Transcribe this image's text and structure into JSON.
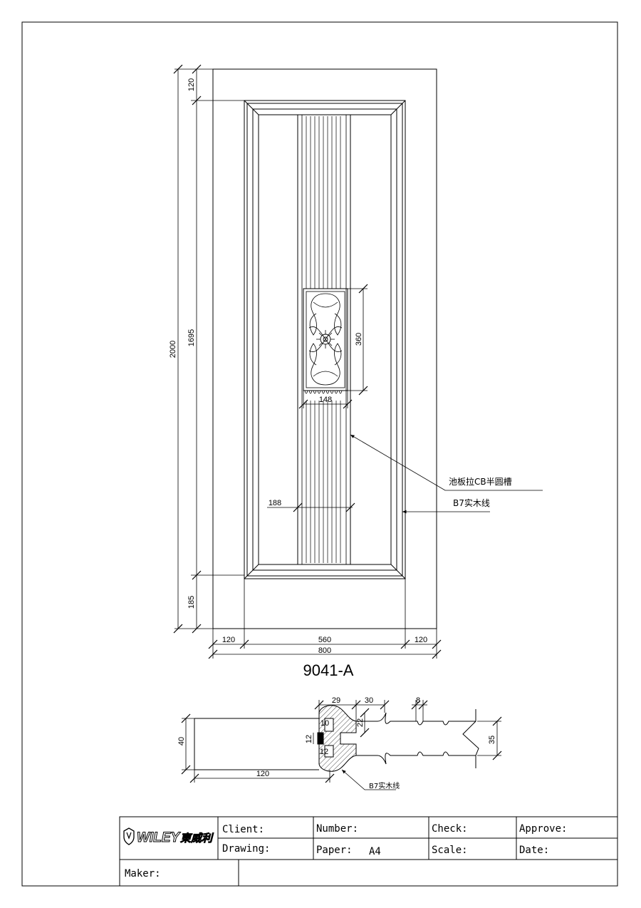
{
  "drawing": {
    "model_code": "9041-A",
    "door_dims": {
      "total_height": "2000",
      "panel_height": "1695",
      "top_rail": "120",
      "bottom_rail": "185",
      "left_stile": "120",
      "panel_width": "560",
      "right_stile": "120",
      "total_width": "800",
      "insert_height": "360",
      "insert_width": "148",
      "groove_width": "188"
    },
    "annotations": {
      "groove_note": "池板拉CB半圆槽",
      "molding_note": "B7实木线"
    },
    "section": {
      "thickness": "40",
      "width": "120",
      "dim_29": "29",
      "dim_30": "30",
      "dim_8": "8",
      "dim_22": "22",
      "dim_10": "10",
      "dim_12a": "12",
      "dim_12b": "12",
      "dim_35": "35",
      "molding_label": "B7实木线"
    }
  },
  "title_block": {
    "logo_text": "WILEY",
    "logo_cn": "東威利",
    "client_label": "Client:",
    "number_label": "Number:",
    "check_label": "Check:",
    "approve_label": "Approve:",
    "drawing_label": "Drawing:",
    "paper_label": "Paper:",
    "paper_value": "A4",
    "scale_label": "Scale:",
    "date_label": "Date:",
    "maker_label": "Maker:"
  }
}
